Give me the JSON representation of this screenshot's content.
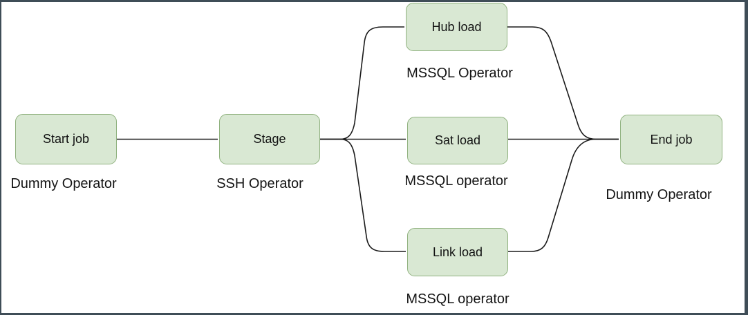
{
  "frame": {
    "background": "#ffffff",
    "border_color": "#3f4d57"
  },
  "diagram": {
    "type": "workflow-dag",
    "nodes": [
      {
        "id": "start_job",
        "label": "Start job",
        "operator": "Dummy Operator"
      },
      {
        "id": "stage",
        "label": "Stage",
        "operator": "SSH Operator"
      },
      {
        "id": "hub_load",
        "label": "Hub load",
        "operator": "MSSQL Operator"
      },
      {
        "id": "sat_load",
        "label": "Sat load",
        "operator": "MSSQL operator"
      },
      {
        "id": "link_load",
        "label": "Link load",
        "operator": "MSSQL operator"
      },
      {
        "id": "end_job",
        "label": "End job",
        "operator": "Dummy Operator"
      }
    ],
    "edges": [
      {
        "from": "start_job",
        "to": "stage"
      },
      {
        "from": "stage",
        "to": "hub_load"
      },
      {
        "from": "stage",
        "to": "sat_load"
      },
      {
        "from": "stage",
        "to": "link_load"
      },
      {
        "from": "hub_load",
        "to": "end_job"
      },
      {
        "from": "sat_load",
        "to": "end_job"
      },
      {
        "from": "link_load",
        "to": "end_job"
      }
    ],
    "colors": {
      "node_fill": "#d9e8d3",
      "node_border": "#8fb17e",
      "edge": "#1a1a1a",
      "text": "#111111"
    }
  }
}
